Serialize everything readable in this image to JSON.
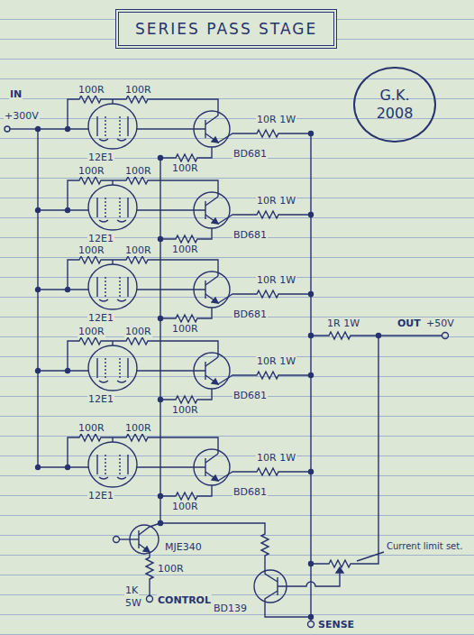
{
  "diagram": {
    "title": "SERIES PASS STAGE",
    "nodes": [
      {
        "text": [
          "G.K. 2008"
        ]
      }
    ],
    "labels": [
      "IN",
      "+300V",
      "100R",
      "100R",
      "12E1",
      "10R 1W",
      "BD681",
      "100R",
      "100R",
      "100R",
      "12E1",
      "10R 1W",
      "BD681",
      "100R",
      "100R",
      "100R",
      "12E1",
      "10R 1W",
      "BD681",
      "100R",
      "1R 1W",
      "OUT",
      "+50V",
      "100R",
      "100R",
      "12E1",
      "10R 1W",
      "BD681",
      "100R",
      "100R",
      "100R",
      "12E1",
      "10R 1W",
      "BD681",
      "100R",
      "MJE340",
      "100R",
      "1K",
      "5W",
      "CONTROL",
      "Current limit set.",
      "BD139",
      "SENSE"
    ]
  }
}
